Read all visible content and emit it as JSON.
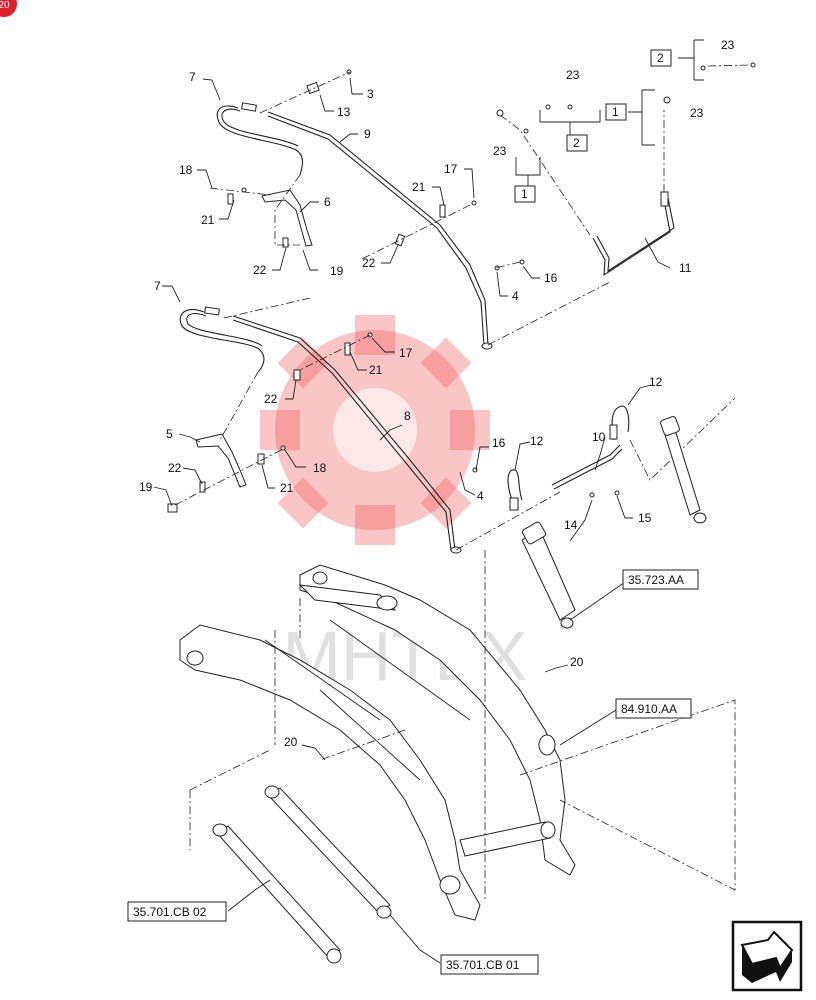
{
  "corner_badge": "20",
  "watermark": "MHTEX",
  "callouts": {
    "c3": "3",
    "c4a": "4",
    "c4b": "4",
    "c5": "5",
    "c6": "6",
    "c7a": "7",
    "c7b": "7",
    "c8": "8",
    "c9": "9",
    "c10": "10",
    "c11": "11",
    "c12a": "12",
    "c12b": "12",
    "c13": "13",
    "c14": "14",
    "c15": "15",
    "c16a": "16",
    "c16b": "16",
    "c17a": "17",
    "c17b": "17",
    "c18a": "18",
    "c18b": "18",
    "c19a": "19",
    "c19b": "19",
    "c20a": "20",
    "c20b": "20",
    "c21a": "21",
    "c21b": "21",
    "c21c": "21",
    "c21d": "21",
    "c22a": "22",
    "c22b": "22",
    "c22c": "22",
    "c22d": "22",
    "c23a": "23",
    "c23b": "23",
    "c23c": "23",
    "c23d": "23"
  },
  "boxed": {
    "b1a": "1",
    "b1b": "1",
    "b2a": "2",
    "b2b": "2"
  },
  "references": {
    "r1": "35.723.AA",
    "r2": "84.910.AA",
    "r3": "35.701.CB 02",
    "r4": "35.701.CB 01"
  },
  "nav_icon": "next-page-arrow-icon"
}
